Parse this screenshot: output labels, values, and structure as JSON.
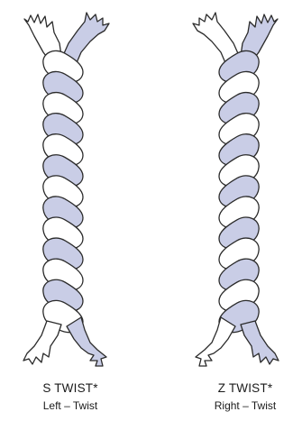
{
  "ropes": [
    {
      "id": "s",
      "title": "S TWIST*",
      "subtitle": "Left – Twist",
      "shaded_first": false
    },
    {
      "id": "z",
      "title": "Z TWIST*",
      "subtitle": "Right – Twist",
      "shaded_first": true
    }
  ],
  "colors": {
    "strand_fill_a": "#ffffff",
    "strand_fill_b": "#c9cde6",
    "outline": "#2b2b2b"
  }
}
